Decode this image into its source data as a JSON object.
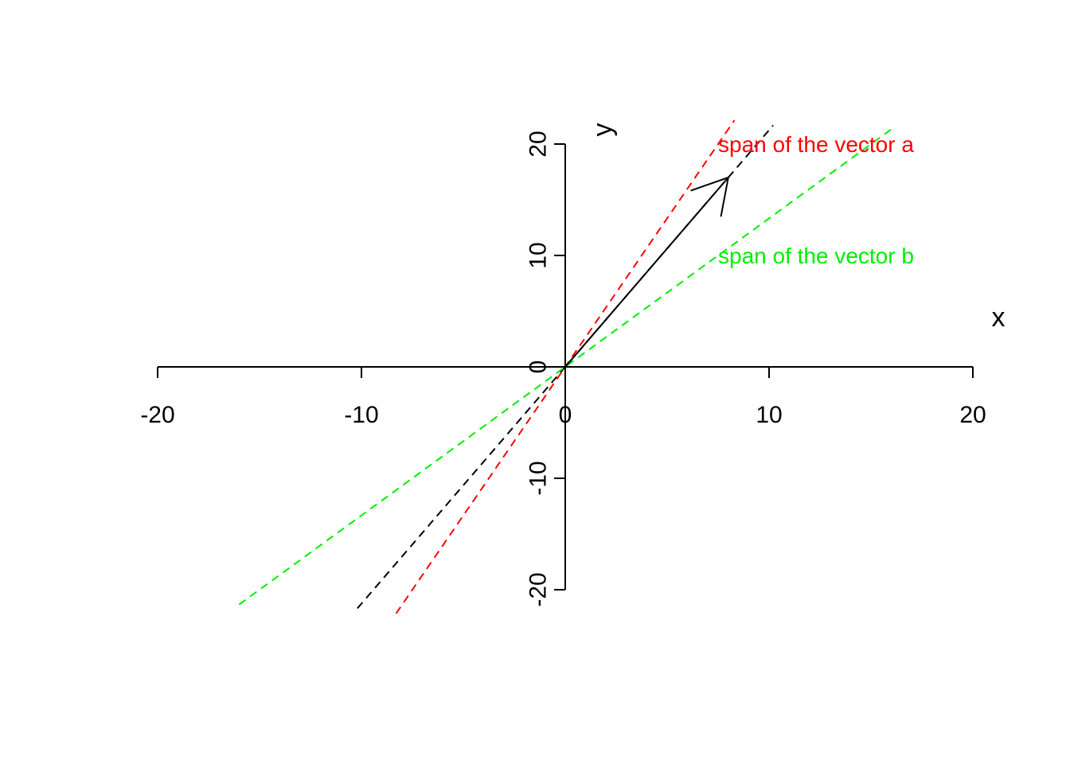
{
  "chart_data": {
    "type": "line",
    "xlabel": "x",
    "ylabel": "y",
    "xlim": [
      -20,
      20
    ],
    "ylim": [
      -20,
      20
    ],
    "x_ticks": [
      -20,
      -10,
      0,
      10,
      20
    ],
    "y_ticks": [
      -20,
      -10,
      0,
      10,
      20
    ],
    "grid": false,
    "legend": "none",
    "vector": {
      "from": [
        0,
        0
      ],
      "to": [
        8,
        17
      ],
      "color": "#000000"
    },
    "series": [
      {
        "slope": 2.125,
        "x_range": [
          -10.2,
          10.2
        ],
        "color": "#000000",
        "style": "dashed"
      },
      {
        "slope": 2.667,
        "x_range": [
          -8.3,
          8.3
        ],
        "color": "#ff0000",
        "style": "dashed"
      },
      {
        "slope": 1.333,
        "x_range": [
          -16.0,
          16.2
        ],
        "color": "#00ee00",
        "style": "dashed"
      }
    ],
    "annotations": [
      {
        "text": "span of the vector a",
        "x": 7.5,
        "y": 20,
        "color": "#ff0000"
      },
      {
        "text": "span of the vector b",
        "x": 7.5,
        "y": 10,
        "color": "#00ee00"
      }
    ]
  }
}
